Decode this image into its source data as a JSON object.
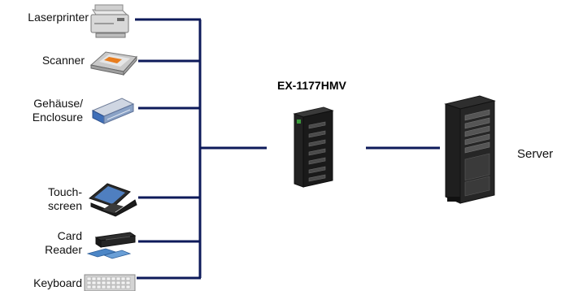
{
  "hub": {
    "label": "EX-1177HMV"
  },
  "server": {
    "label": "Server"
  },
  "devices": [
    {
      "id": "laserprinter",
      "lines": [
        "Laserprinter"
      ]
    },
    {
      "id": "scanner",
      "lines": [
        "Scanner"
      ]
    },
    {
      "id": "enclosure",
      "lines": [
        "Gehäuse/",
        "Enclosure"
      ]
    },
    {
      "id": "touchscreen",
      "lines": [
        "Touch-",
        "screen"
      ]
    },
    {
      "id": "card-reader",
      "lines": [
        "Card",
        "Reader"
      ]
    },
    {
      "id": "keyboard",
      "lines": [
        "Keyboard"
      ]
    }
  ],
  "colors": {
    "line": "#0d1a5a",
    "device_dark": "#1a1a1a",
    "device_light": "#d9d9d9"
  }
}
